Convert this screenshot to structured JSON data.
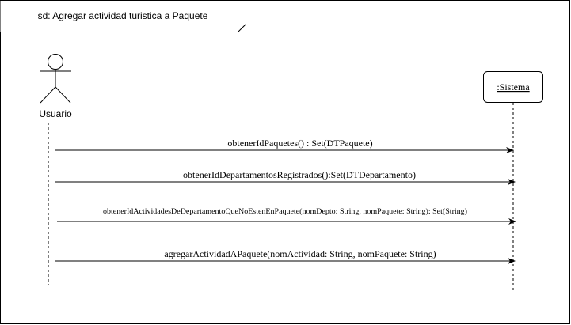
{
  "frame": {
    "title": "sd: Agregar actividad turistica a Paquete"
  },
  "lifelines": [
    {
      "id": "usuario",
      "kind": "actor",
      "label": "Usuario"
    },
    {
      "id": "sistema",
      "kind": "object",
      "label": ":Sistema"
    }
  ],
  "messages": [
    {
      "from": "usuario",
      "to": "sistema",
      "label": "obtenerIdPaquetes() : Set(DTPaquete)"
    },
    {
      "from": "usuario",
      "to": "sistema",
      "label": "obtenerIdDepartamentosRegistrados():Set(DTDepartamento)"
    },
    {
      "from": "usuario",
      "to": "sistema",
      "label": "obtenerIdActividadesDeDepartamentoQueNoEstenEnPaquete(nomDepto: String, nomPaquete: String): Set(String)"
    },
    {
      "from": "usuario",
      "to": "sistema",
      "label": "agregarActividadAPaquete(nomActividad: String, nomPaquete: String)"
    }
  ]
}
